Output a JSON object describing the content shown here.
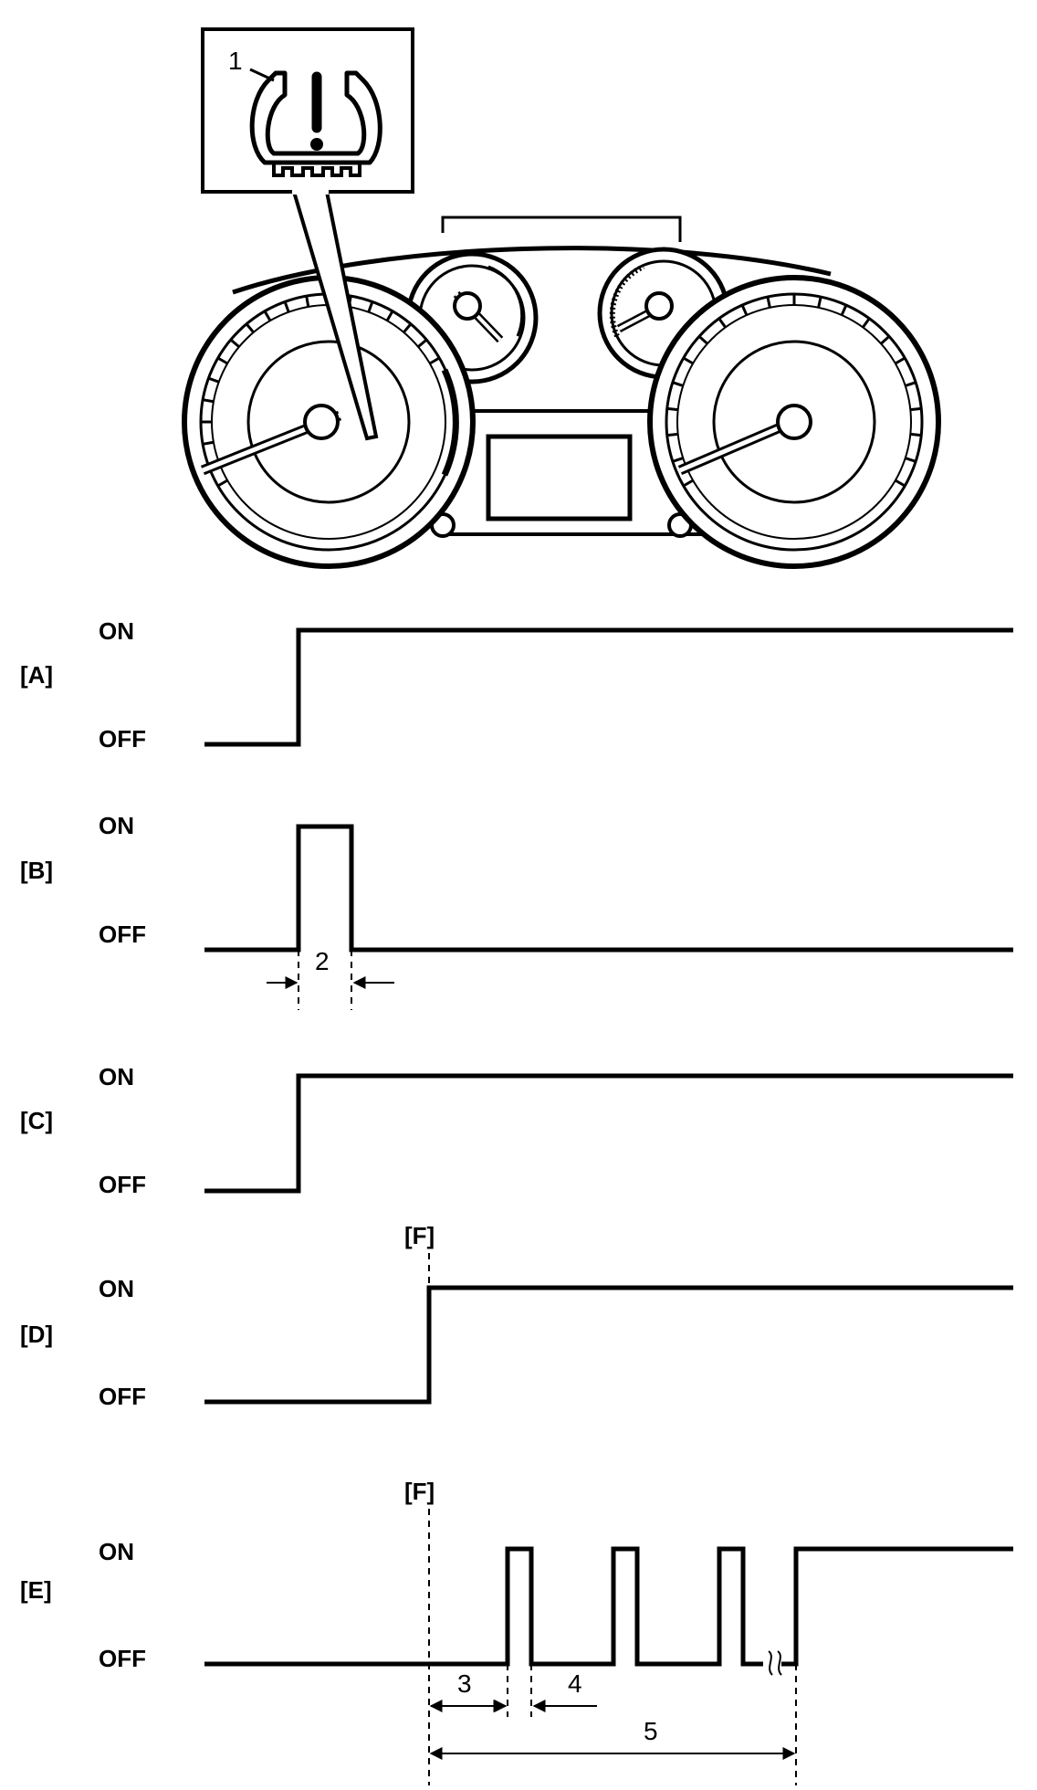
{
  "callout": {
    "number": "1"
  },
  "level_labels": {
    "on": "ON",
    "off": "OFF"
  },
  "rows": [
    {
      "id": "A",
      "label": "[A]"
    },
    {
      "id": "B",
      "label": "[B]"
    },
    {
      "id": "C",
      "label": "[C]"
    },
    {
      "id": "D",
      "label": "[D]"
    },
    {
      "id": "E",
      "label": "[E]"
    }
  ],
  "markers": {
    "f_label": "[F]"
  },
  "dimensions": {
    "d2": "2",
    "d3": "3",
    "d4": "4",
    "d5": "5"
  }
}
